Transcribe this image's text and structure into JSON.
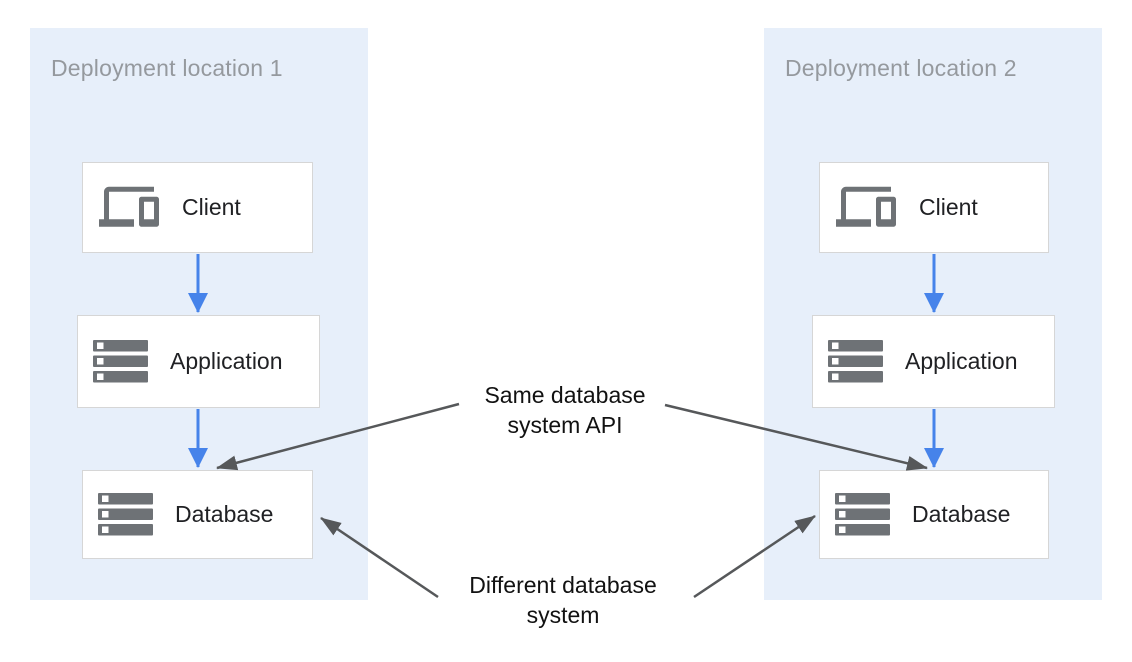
{
  "colors": {
    "canvas_bg": "#ffffff",
    "container_fill": "#e7effa",
    "container_title_text": "#95999e",
    "box_border": "#d6d6d6",
    "box_label_text": "#202124",
    "icon_gray": "#6e7276",
    "arrow_blue": "#4683ea",
    "arrow_gray": "#56585a",
    "annotation_text": "#111111"
  },
  "deployments": [
    {
      "title": "Deployment location 1",
      "nodes": [
        {
          "label": "Client",
          "icon": "devices-icon"
        },
        {
          "label": "Application",
          "icon": "server-stack-icon"
        },
        {
          "label": "Database",
          "icon": "server-stack-icon"
        }
      ]
    },
    {
      "title": "Deployment location 2",
      "nodes": [
        {
          "label": "Client",
          "icon": "devices-icon"
        },
        {
          "label": "Application",
          "icon": "server-stack-icon"
        },
        {
          "label": "Database",
          "icon": "server-stack-icon"
        }
      ]
    }
  ],
  "annotations": [
    {
      "id": "same-database-api",
      "lines": [
        "Same database",
        "system API"
      ]
    },
    {
      "id": "different-database-system",
      "lines": [
        "Different database",
        "system"
      ]
    }
  ]
}
